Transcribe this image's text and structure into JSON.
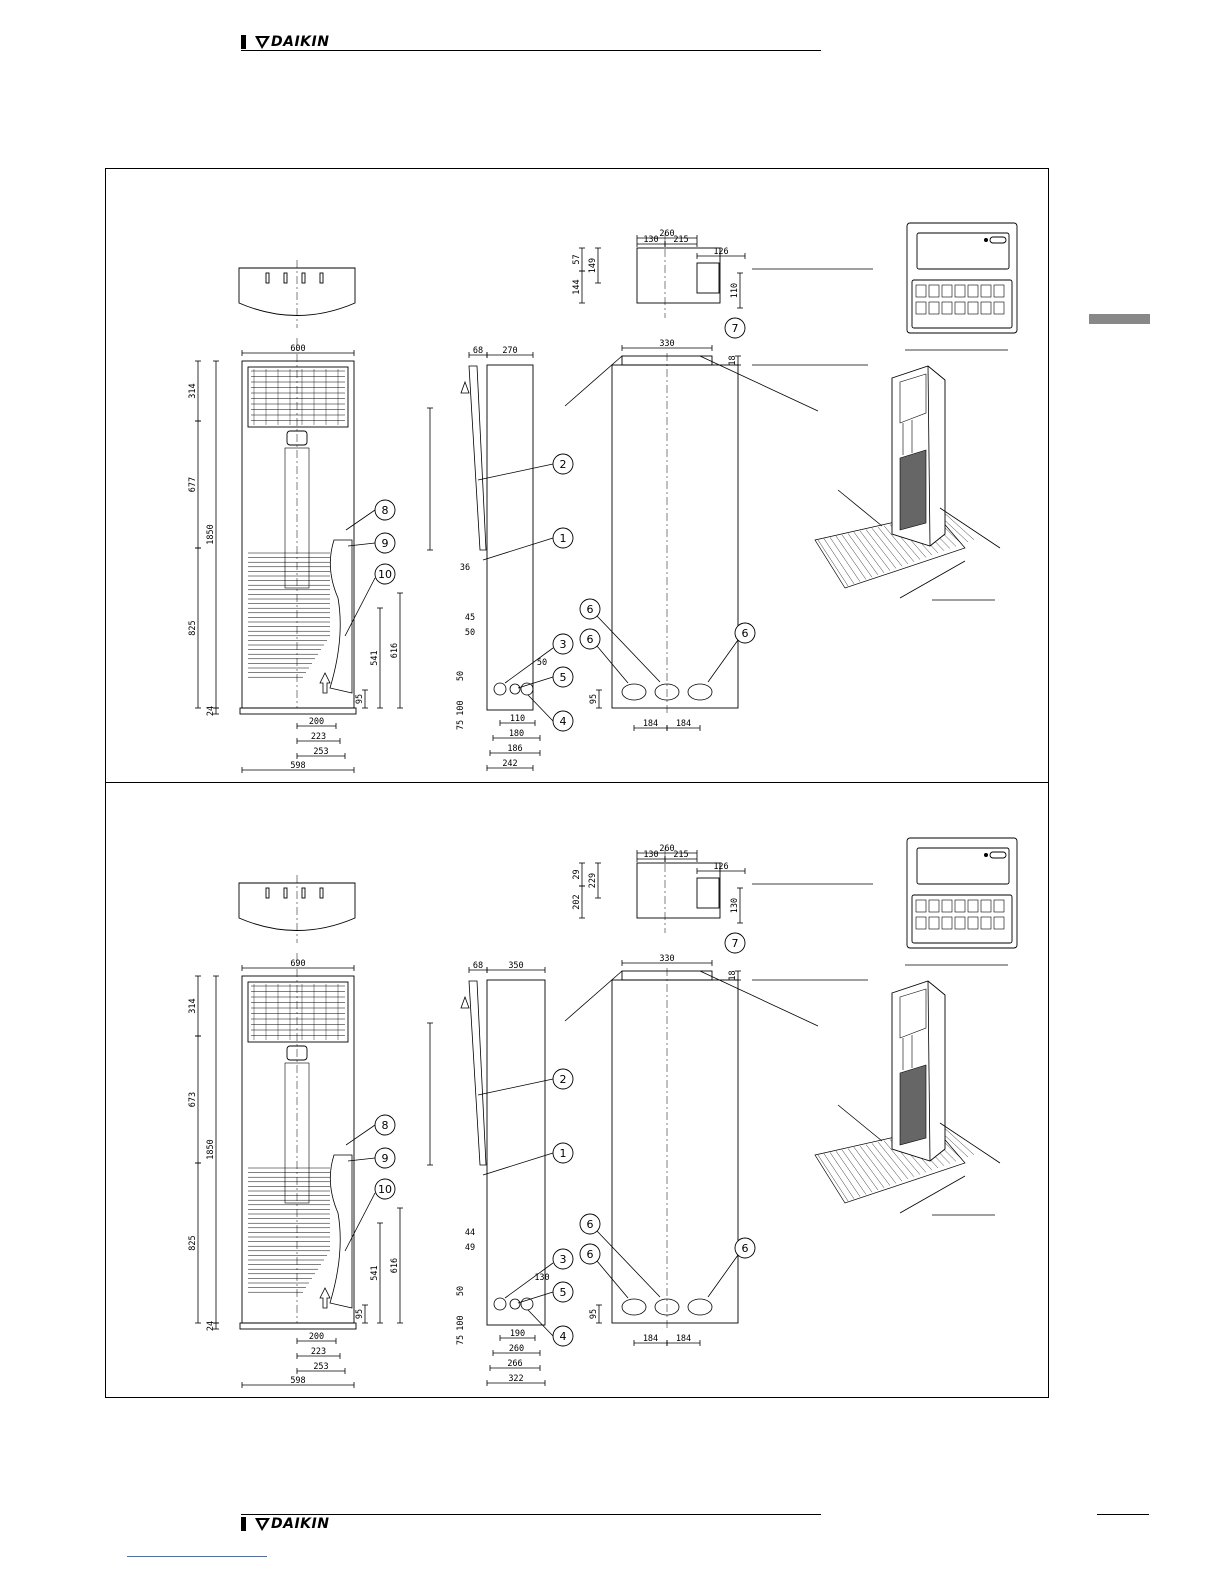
{
  "header": {
    "brand": "DAIKIN"
  },
  "footer": {
    "brand": "DAIKIN"
  },
  "drawings": [
    {
      "dims": {
        "width": "600",
        "height": "1850",
        "h_top": "314",
        "h_mid": "677",
        "h_low": "825",
        "h_base": "24",
        "h_616": "616",
        "h_541": "541",
        "h_95": "95",
        "w_200": "200",
        "w_223": "223",
        "w_253": "253",
        "w_598": "598",
        "side_68": "68",
        "side_depth": "270",
        "side_36": "36",
        "side_45": "45",
        "side_50a": "50",
        "side_50b": "50",
        "side_50c": "50",
        "side_100": "100",
        "side_75": "75",
        "side_110": "110",
        "side_180": "180",
        "side_186": "186",
        "side_242": "242",
        "top_260": "260",
        "top_130": "130",
        "top_215": "215",
        "top_126": "126",
        "top_57": "57",
        "top_149": "149",
        "top_144": "144",
        "top_110": "110",
        "back_330": "330",
        "back_18": "18",
        "back_95": "95",
        "back_184a": "184",
        "back_184b": "184"
      }
    },
    {
      "dims": {
        "width": "690",
        "height": "1850",
        "h_top": "314",
        "h_mid": "673",
        "h_low": "825",
        "h_base": "24",
        "h_616": "616",
        "h_541": "541",
        "h_95": "95",
        "w_200": "200",
        "w_223": "223",
        "w_253": "253",
        "w_598": "598",
        "side_68": "68",
        "side_depth": "350",
        "side_36": "",
        "side_45": "44",
        "side_50a": "49",
        "side_50b": "130",
        "side_50c": "50",
        "side_100": "100",
        "side_75": "75",
        "side_110": "190",
        "side_180": "260",
        "side_186": "266",
        "side_242": "322",
        "top_260": "260",
        "top_130": "130",
        "top_215": "215",
        "top_126": "126",
        "top_57": "29",
        "top_149": "229",
        "top_144": "202",
        "top_110": "130",
        "back_330": "330",
        "back_18": "18",
        "back_95": "95",
        "back_184a": "184",
        "back_184b": "184"
      }
    }
  ],
  "balloons": [
    "1",
    "2",
    "3",
    "4",
    "5",
    "6",
    "7",
    "8",
    "9",
    "10"
  ],
  "icons": {
    "logo": "daikin-logo",
    "remote": "remote-controller-icon",
    "unit3d": "unit-isometric-view"
  }
}
